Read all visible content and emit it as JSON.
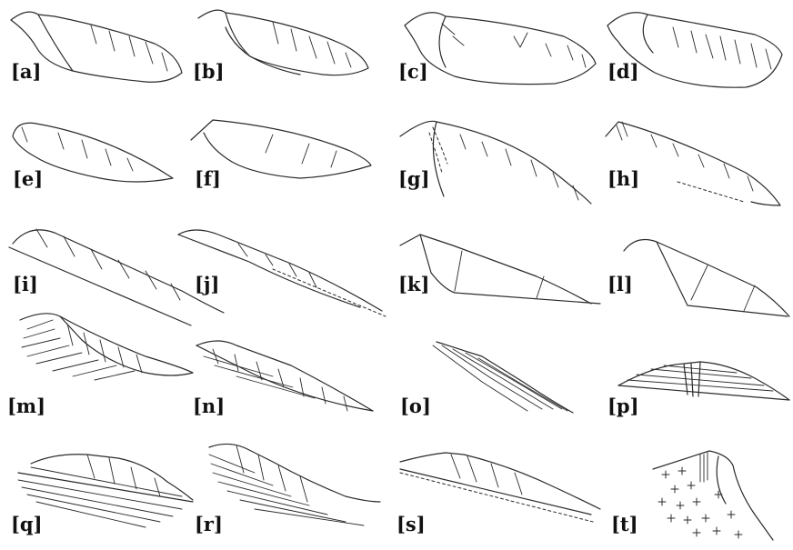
{
  "figure": {
    "panels": [
      {
        "id": "a",
        "label": "[a]"
      },
      {
        "id": "b",
        "label": "[b]"
      },
      {
        "id": "c",
        "label": "[c]"
      },
      {
        "id": "d",
        "label": "[d]"
      },
      {
        "id": "e",
        "label": "[e]"
      },
      {
        "id": "f",
        "label": "[f]"
      },
      {
        "id": "g",
        "label": "[g]"
      },
      {
        "id": "h",
        "label": "[h]"
      },
      {
        "id": "i",
        "label": "[i]"
      },
      {
        "id": "j",
        "label": "[j]"
      },
      {
        "id": "k",
        "label": "[k]"
      },
      {
        "id": "l",
        "label": "[l]"
      },
      {
        "id": "m",
        "label": "[m]"
      },
      {
        "id": "n",
        "label": "[n]"
      },
      {
        "id": "o",
        "label": "[o]"
      },
      {
        "id": "p",
        "label": "[p]"
      },
      {
        "id": "q",
        "label": "[q]"
      },
      {
        "id": "r",
        "label": "[r]"
      },
      {
        "id": "s",
        "label": "[s]"
      },
      {
        "id": "t",
        "label": "[t]"
      }
    ]
  }
}
